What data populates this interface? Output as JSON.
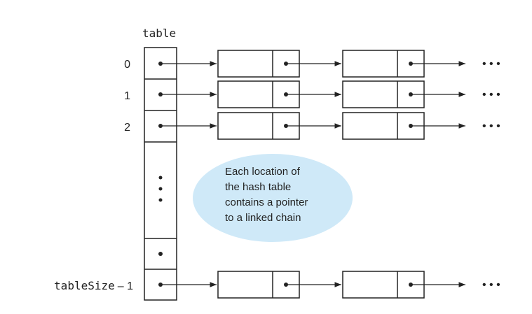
{
  "diagram": {
    "table_label": "table",
    "row_labels": [
      "0",
      "1",
      "2"
    ],
    "last_row_label_mono": "tableSize",
    "last_row_label_suffix": "– 1",
    "ellipsis": "• • •",
    "callout": {
      "lines": [
        "Each location of",
        "the hash table",
        "contains a pointer",
        "to a linked chain"
      ],
      "fill": "#cfe9f8"
    },
    "colors": {
      "stroke": "#222222",
      "background": "#ffffff"
    }
  }
}
